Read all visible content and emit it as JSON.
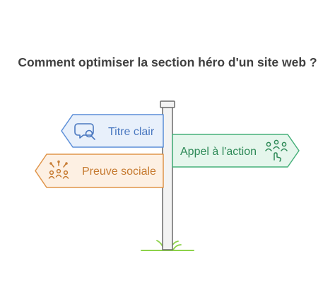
{
  "title": "Comment optimiser la section héro d'un site web ?",
  "signs": {
    "titre": {
      "label": "Titre clair",
      "icon": "chat-search-icon",
      "stroke": "#5b8ed8",
      "fill": "#e8f0fb",
      "text_color": "#4a78c0"
    },
    "appel": {
      "label": "Appel à l'action",
      "icon": "group-icon",
      "stroke": "#46b07a",
      "fill": "#e5f6ec",
      "text_color": "#2f8a58"
    },
    "preuve": {
      "label": "Preuve sociale",
      "icon": "crowd-icon",
      "stroke": "#e0954a",
      "fill": "#fdf0e3",
      "text_color": "#c67a30"
    }
  },
  "colors": {
    "title": "#404040",
    "pole_stroke": "#6b6b6b",
    "pole_fill": "#f3f3f3",
    "grass": "#8dd24a"
  }
}
